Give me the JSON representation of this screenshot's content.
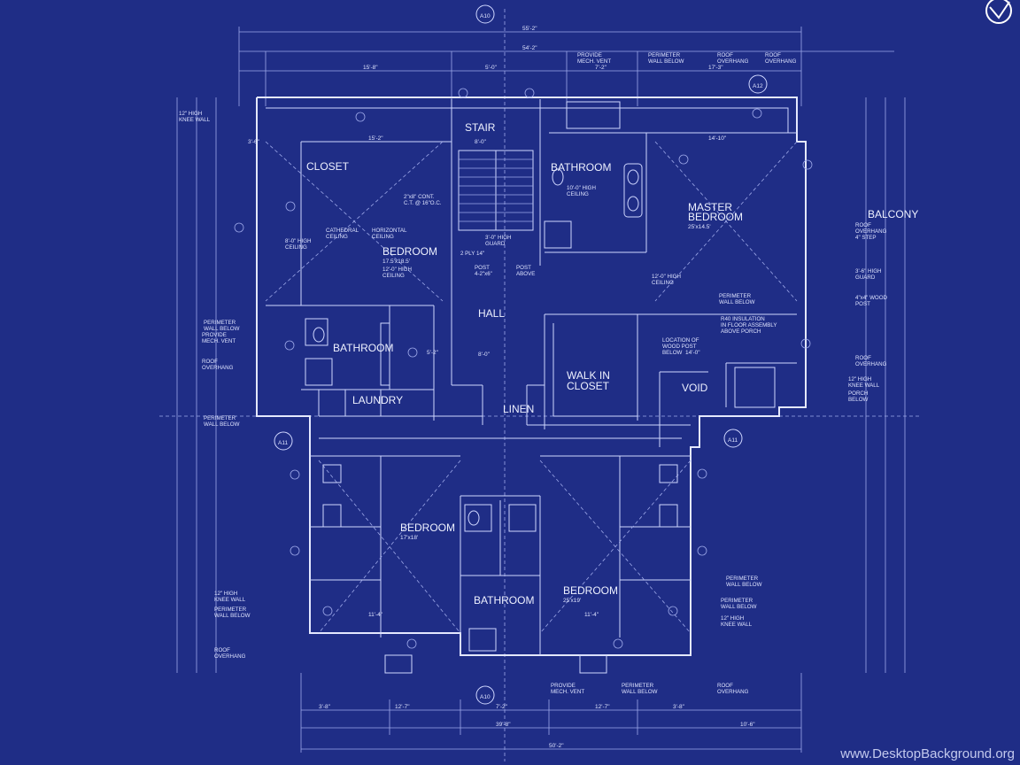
{
  "watermark": "www.DesktopBackground.org",
  "rooms": [
    {
      "id": "closet-nw",
      "text": "CLOSET"
    },
    {
      "id": "stair",
      "text": "STAIR"
    },
    {
      "id": "bath-upper",
      "text": "BATHROOM"
    },
    {
      "id": "master",
      "text": "MASTER"
    },
    {
      "id": "master2",
      "text": "BEDROOM"
    },
    {
      "id": "master-size",
      "text": "25'x14.5'"
    },
    {
      "id": "balcony",
      "text": "BALCONY"
    },
    {
      "id": "bed-nw",
      "text": "BEDROOM"
    },
    {
      "id": "bed-nw-size",
      "text": "17.5'x18.5'"
    },
    {
      "id": "hall",
      "text": "HALL"
    },
    {
      "id": "bath-left",
      "text": "BATHROOM"
    },
    {
      "id": "walkin1",
      "text": "WALK IN"
    },
    {
      "id": "walkin2",
      "text": "CLOSET"
    },
    {
      "id": "void",
      "text": "VOID"
    },
    {
      "id": "laundry",
      "text": "LAUNDRY"
    },
    {
      "id": "linen",
      "text": "LINEN"
    },
    {
      "id": "bed-sw",
      "text": "BEDROOM"
    },
    {
      "id": "bed-sw-size",
      "text": "17'x18'"
    },
    {
      "id": "bed-se",
      "text": "BEDROOM"
    },
    {
      "id": "bed-se-size",
      "text": "25'x19'"
    },
    {
      "id": "bath-low",
      "text": "BATHROOM"
    }
  ],
  "notes": [
    {
      "id": "n1",
      "text": "12\" HIGH"
    },
    {
      "id": "n2",
      "text": "KNEE WALL"
    },
    {
      "id": "n3",
      "text": "PROVIDE"
    },
    {
      "id": "n4",
      "text": "MECH. VENT"
    },
    {
      "id": "n5",
      "text": "PERIMETER"
    },
    {
      "id": "n6",
      "text": "WALL BELOW"
    },
    {
      "id": "n7",
      "text": "ROOF"
    },
    {
      "id": "n8",
      "text": "OVERHANG"
    },
    {
      "id": "n9",
      "text": "CATHEDRAL"
    },
    {
      "id": "n10",
      "text": "CEILING"
    },
    {
      "id": "n11",
      "text": "HORIZONTAL"
    },
    {
      "id": "n12",
      "text": "CEILING"
    },
    {
      "id": "n13",
      "text": "8'-0\" HIGH"
    },
    {
      "id": "n14",
      "text": "CEILING"
    },
    {
      "id": "n15",
      "text": "12'-0\" HIGH"
    },
    {
      "id": "n16",
      "text": "CEILING"
    },
    {
      "id": "n17",
      "text": "2\"x8\" CONT."
    },
    {
      "id": "n18",
      "text": "C.T. @ 16\"O.C."
    },
    {
      "id": "n19",
      "text": "3'-0\" HIGH"
    },
    {
      "id": "n20",
      "text": "GUARD"
    },
    {
      "id": "n21",
      "text": "2 PLY 14\""
    },
    {
      "id": "n22",
      "text": "POST"
    },
    {
      "id": "n23",
      "text": "4-2\"x6\""
    },
    {
      "id": "n24",
      "text": "POST"
    },
    {
      "id": "n25",
      "text": "ABOVE"
    },
    {
      "id": "n26",
      "text": "10'-0\" HIGH"
    },
    {
      "id": "n27",
      "text": "CEILING"
    },
    {
      "id": "n28",
      "text": "12'-0\" HIGH"
    },
    {
      "id": "n29",
      "text": "CEILING"
    },
    {
      "id": "n30",
      "text": "PERIMETER"
    },
    {
      "id": "n31",
      "text": "WALL BELOW"
    },
    {
      "id": "n32",
      "text": "R40 INSULATION"
    },
    {
      "id": "n33",
      "text": "IN FLOOR ASSEMBLY"
    },
    {
      "id": "n34",
      "text": "ABOVE PORCH"
    },
    {
      "id": "n35",
      "text": "LOCATION OF"
    },
    {
      "id": "n36",
      "text": "WOOD POST"
    },
    {
      "id": "n37",
      "text": "BELOW"
    },
    {
      "id": "n38",
      "text": "ROOF"
    },
    {
      "id": "n39",
      "text": "OVERHANG"
    },
    {
      "id": "n40",
      "text": "4\" STEP"
    },
    {
      "id": "n41",
      "text": "3'-6\" HIGH"
    },
    {
      "id": "n42",
      "text": "GUARD"
    },
    {
      "id": "n43",
      "text": "4\"x4\" WOOD"
    },
    {
      "id": "n44",
      "text": "POST"
    },
    {
      "id": "n45",
      "text": "ROOF"
    },
    {
      "id": "n46",
      "text": "OVERHANG"
    },
    {
      "id": "n47",
      "text": "12\" HIGH"
    },
    {
      "id": "n48",
      "text": "KNEE WALL"
    },
    {
      "id": "n49",
      "text": "PORCH"
    },
    {
      "id": "n50",
      "text": "BELOW"
    },
    {
      "id": "n51",
      "text": "PERIMETER"
    },
    {
      "id": "n52",
      "text": "WALL BELOW"
    },
    {
      "id": "n53",
      "text": "PERIMETER"
    },
    {
      "id": "n54",
      "text": "WALL BELOW"
    },
    {
      "id": "n55",
      "text": "12\" HIGH"
    },
    {
      "id": "n56",
      "text": "KNEE WALL"
    },
    {
      "id": "n57",
      "text": "ROOF"
    },
    {
      "id": "n58",
      "text": "OVERHANG"
    },
    {
      "id": "n59",
      "text": "PROVIDE"
    },
    {
      "id": "n60",
      "text": "MECH. VENT"
    },
    {
      "id": "n61",
      "text": "PERIMETER"
    },
    {
      "id": "n62",
      "text": "WALL BELOW"
    },
    {
      "id": "n63",
      "text": "ROOF"
    },
    {
      "id": "n64",
      "text": "OVERHANG"
    },
    {
      "id": "n65",
      "text": "PERIMETER"
    },
    {
      "id": "n66",
      "text": "WALL BELOW"
    },
    {
      "id": "n67",
      "text": "12\" HIGH"
    },
    {
      "id": "n68",
      "text": "KNEE WALL"
    },
    {
      "id": "n69",
      "text": "PERIMETER"
    },
    {
      "id": "n70",
      "text": "WALL BELOW"
    },
    {
      "id": "n71",
      "text": "ROOF"
    },
    {
      "id": "n72",
      "text": "OVERHANG"
    },
    {
      "id": "n73",
      "text": "PROVIDE"
    },
    {
      "id": "n74",
      "text": "MECH. VENT"
    },
    {
      "id": "n75",
      "text": "ROOF"
    },
    {
      "id": "n76",
      "text": "OVERHANG"
    },
    {
      "id": "n77",
      "text": "PERIMETER"
    },
    {
      "id": "n78",
      "text": "WALL BELOW"
    }
  ],
  "dimensions": [
    {
      "id": "d1",
      "text": "55'-2\""
    },
    {
      "id": "d2",
      "text": "54'-2\""
    },
    {
      "id": "d3",
      "text": "15'-8\""
    },
    {
      "id": "d4",
      "text": "5'-0\""
    },
    {
      "id": "d5",
      "text": "7'-2\""
    },
    {
      "id": "d6",
      "text": "17'-3\""
    },
    {
      "id": "d7",
      "text": "14'-10\""
    },
    {
      "id": "d8",
      "text": "15'-2\""
    },
    {
      "id": "d9",
      "text": "8'-0\""
    },
    {
      "id": "d10",
      "text": "3'-6\""
    },
    {
      "id": "d11",
      "text": "14'-0\""
    },
    {
      "id": "d12",
      "text": "5'-2\""
    },
    {
      "id": "d13",
      "text": "8'-0\""
    },
    {
      "id": "d14",
      "text": "11'-4\""
    },
    {
      "id": "d15",
      "text": "12'-7\""
    },
    {
      "id": "d16",
      "text": "7'-2\""
    },
    {
      "id": "d17",
      "text": "12'-7\""
    },
    {
      "id": "d18",
      "text": "3'-8\""
    },
    {
      "id": "d19",
      "text": "3'-8\""
    },
    {
      "id": "d20",
      "text": "39'-8\""
    },
    {
      "id": "d21",
      "text": "50'-2\""
    },
    {
      "id": "d22",
      "text": "10'-6\""
    },
    {
      "id": "d23",
      "text": "11'-4\""
    }
  ],
  "tags": [
    {
      "id": "t1",
      "text": "A10"
    },
    {
      "id": "t2",
      "text": "A12"
    },
    {
      "id": "t3",
      "text": "A11"
    },
    {
      "id": "t4",
      "text": "A11"
    },
    {
      "id": "t5",
      "text": "A10"
    }
  ]
}
